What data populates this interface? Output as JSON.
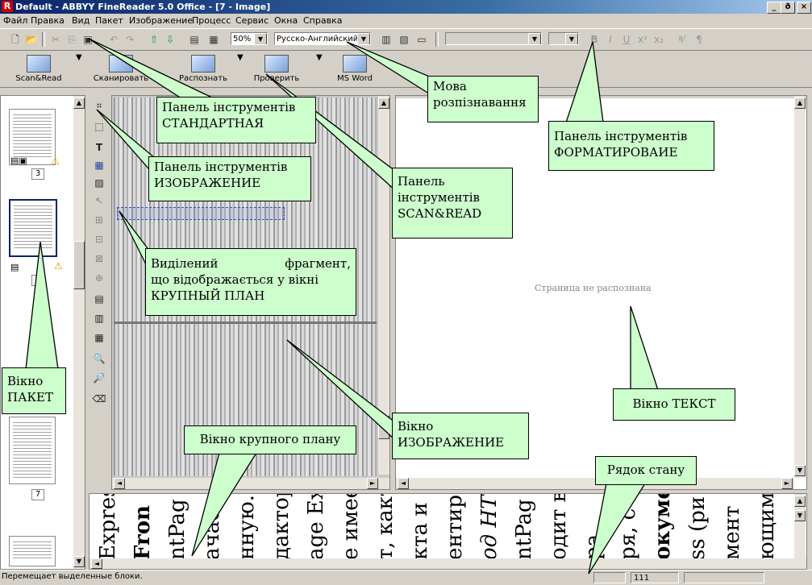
{
  "window": {
    "title": "Default - ABBYY FineReader 5.0 Office - [7 - Image]",
    "app_icon": "R",
    "minimize": "_",
    "maximize": "ð",
    "close": "×"
  },
  "menu": [
    "Файл",
    "Правка",
    "Вид",
    "Пакет",
    "Изображение",
    "Процесс",
    "Сервис",
    "Окна",
    "Справка"
  ],
  "toolbar_standard": {
    "zoom_value": "50%",
    "language_value": "Русско-Английский"
  },
  "toolbar_scanread": {
    "buttons": [
      "Scan&Read",
      "Сканировать",
      "Распознать",
      "Проверить",
      "MS Word"
    ]
  },
  "batch_pane": {
    "page_numbers": [
      "3",
      "5",
      "7"
    ]
  },
  "text_pane": {
    "message": "Страница не распознана"
  },
  "zoom_pane": {
    "columns": [
      "Express",
      "Fron",
      "ntPag",
      "ачаетс",
      "нную.",
      "дактор",
      "age Ex",
      "е имее",
      "т, какт",
      "кта и",
      "ентир",
      "од HT",
      "ntPag",
      "одит в",
      "ра",
      "ря, с",
      "окуме",
      "ss (ри",
      "мент",
      "ющим"
    ]
  },
  "status_bar": {
    "message": "Перемещает выделенные блоки.",
    "value": "111"
  },
  "callouts": {
    "standard_toolbar": [
      "Панель інструментів",
      "СТАНДАРТНАЯ"
    ],
    "language": [
      "Мова",
      "розпізнавання"
    ],
    "formatting_toolbar": [
      "Панель інструментів",
      "ФОРМАТИРОВАИЕ"
    ],
    "image_toolbar": [
      "Панель інструментів",
      "ИЗОБРАЖЕНИЕ"
    ],
    "scanread_toolbar": [
      "Панель",
      "інструментів",
      "SCAN&READ"
    ],
    "selected_fragment": [
      "Виділений фрагмент,",
      "що відображається у вікні",
      "КРУПНЫЙ ПЛАН"
    ],
    "batch_window": [
      "Вікно",
      "ПАКЕТ"
    ],
    "text_window": "Вікно ТЕКСТ",
    "image_window": [
      "Вікно",
      "ИЗОБРАЖЕНИЕ"
    ],
    "zoom_window": "Вікно крупного плану",
    "status_bar": "Рядок стану"
  },
  "colors": {
    "callout_fill": "#ccffcc",
    "titlebar": "#0a246a",
    "chrome": "#d4d0c8"
  }
}
